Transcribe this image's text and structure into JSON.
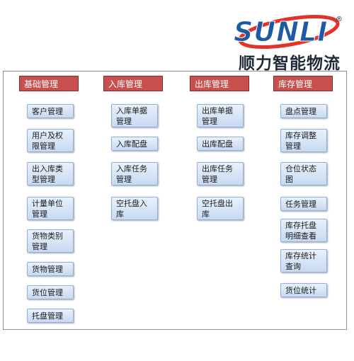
{
  "brand": {
    "logo_text": "SUNLI",
    "registered_mark": "®",
    "name_cn": "顺力智能物流"
  },
  "columns": [
    {
      "title": "基础管理",
      "items": [
        "客户管理",
        "用户及权限管理",
        "出入库类型管理",
        "计量单位管理",
        "货物类别管理",
        "货物管理",
        "货位管理",
        "托盘管理"
      ]
    },
    {
      "title": "入库管理",
      "items": [
        "入库单据管理",
        "入库配盘",
        "入库任务管理",
        "空托盘入库"
      ]
    },
    {
      "title": "出库管理",
      "items": [
        "出库单据管理",
        "出库配盘",
        "出库任务管理",
        "空托盘出库"
      ]
    },
    {
      "title": "库存管理",
      "items": [
        "盘点管理",
        "库存调整管理",
        "仓位状态图",
        "任务管理",
        "库存托盘明细查看",
        "库存统计查询",
        "货位统计"
      ]
    }
  ]
}
